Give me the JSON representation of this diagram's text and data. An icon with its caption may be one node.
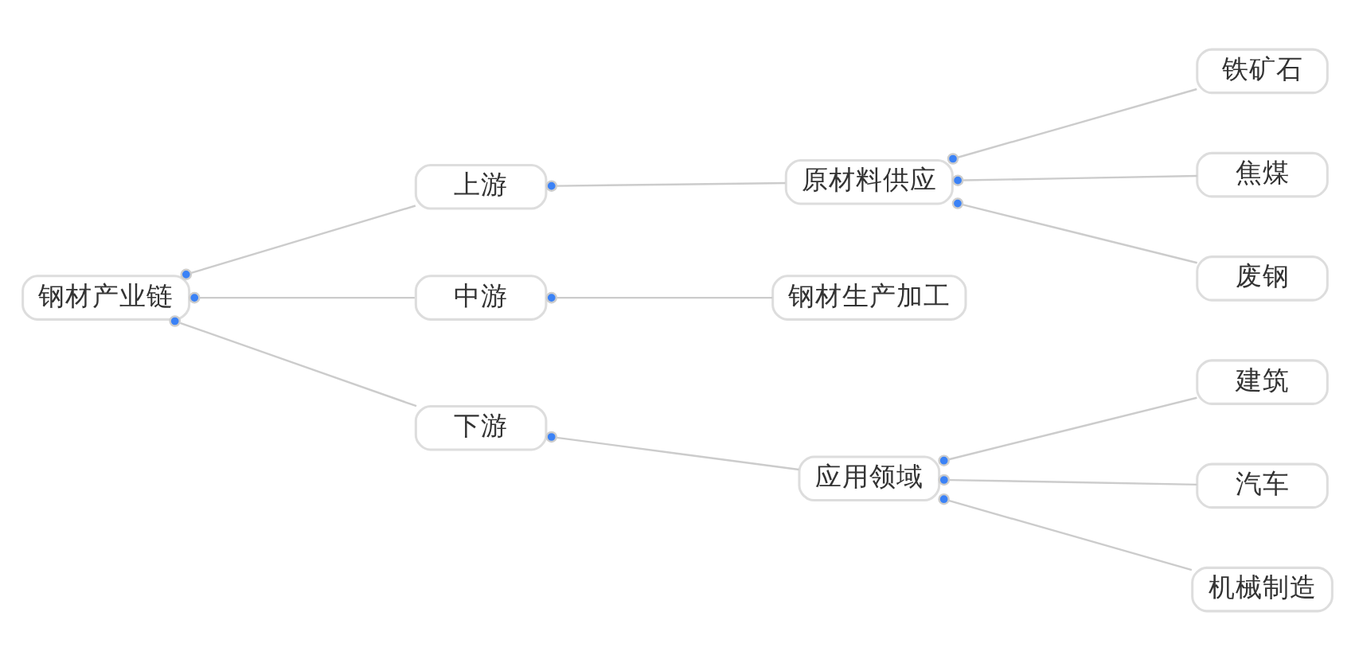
{
  "diagram": {
    "nodes": [
      {
        "text": [
          "钢材产业链"
        ]
      },
      {
        "text": [
          "上游"
        ]
      },
      {
        "text": [
          "中游"
        ]
      },
      {
        "text": [
          "下游"
        ]
      },
      {
        "text": [
          "原材料供应"
        ]
      },
      {
        "text": [
          "钢材生产加工"
        ]
      },
      {
        "text": [
          "应用领域"
        ]
      },
      {
        "text": [
          "铁矿石"
        ]
      },
      {
        "text": [
          "焦煤"
        ]
      },
      {
        "text": [
          "废钢"
        ]
      },
      {
        "text": [
          "建筑"
        ]
      },
      {
        "text": [
          "汽车"
        ]
      },
      {
        "text": [
          "机械制造"
        ]
      }
    ],
    "edges": [
      {
        "from": 0,
        "to": 1,
        "arrow": "other"
      },
      {
        "from": 0,
        "to": 2,
        "arrow": "other"
      },
      {
        "from": 0,
        "to": 3,
        "arrow": "other"
      },
      {
        "from": 1,
        "to": 4,
        "arrow": "other"
      },
      {
        "from": 2,
        "to": 5,
        "arrow": "other"
      },
      {
        "from": 3,
        "to": 6,
        "arrow": "other"
      },
      {
        "from": 4,
        "to": 7,
        "arrow": "other"
      },
      {
        "from": 4,
        "to": 8,
        "arrow": "other"
      },
      {
        "from": 4,
        "to": 9,
        "arrow": "other"
      },
      {
        "from": 6,
        "to": 10,
        "arrow": "other"
      },
      {
        "from": 6,
        "to": 11,
        "arrow": "other"
      },
      {
        "from": 6,
        "to": 12,
        "arrow": "other"
      }
    ]
  }
}
